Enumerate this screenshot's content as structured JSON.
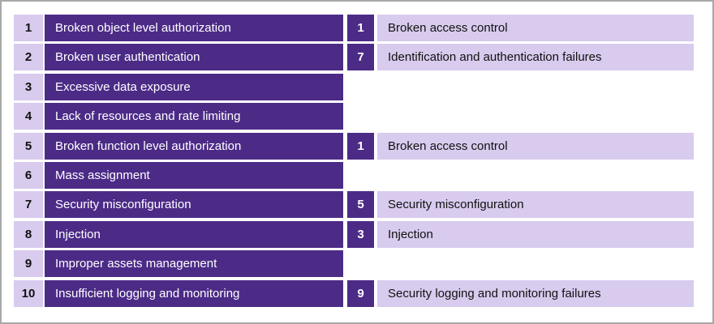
{
  "colors": {
    "dark_purple": "#4c2b87",
    "lavender": "#d8cbee",
    "border_gray": "#a8a8a8",
    "page_white": "#ffffff"
  },
  "rows": [
    {
      "left": {
        "rank": "1",
        "label": "Broken object level authorization"
      },
      "right": {
        "rank": "1",
        "label": "Broken access control"
      }
    },
    {
      "left": {
        "rank": "2",
        "label": "Broken user authentication"
      },
      "right": {
        "rank": "7",
        "label": "Identification and authentication failures"
      }
    },
    {
      "left": {
        "rank": "3",
        "label": "Excessive data exposure"
      },
      "right": null
    },
    {
      "left": {
        "rank": "4",
        "label": "Lack of resources and rate limiting"
      },
      "right": null
    },
    {
      "left": {
        "rank": "5",
        "label": "Broken function level authorization"
      },
      "right": {
        "rank": "1",
        "label": "Broken access control"
      }
    },
    {
      "left": {
        "rank": "6",
        "label": "Mass assignment"
      },
      "right": null
    },
    {
      "left": {
        "rank": "7",
        "label": "Security misconfiguration"
      },
      "right": {
        "rank": "5",
        "label": "Security misconfiguration"
      }
    },
    {
      "left": {
        "rank": "8",
        "label": "Injection"
      },
      "right": {
        "rank": "3",
        "label": "Injection"
      }
    },
    {
      "left": {
        "rank": "9",
        "label": "Improper assets management"
      },
      "right": null
    },
    {
      "left": {
        "rank": "10",
        "label": "Insufficient logging and monitoring"
      },
      "right": {
        "rank": "9",
        "label": "Security logging and monitoring failures"
      }
    }
  ]
}
